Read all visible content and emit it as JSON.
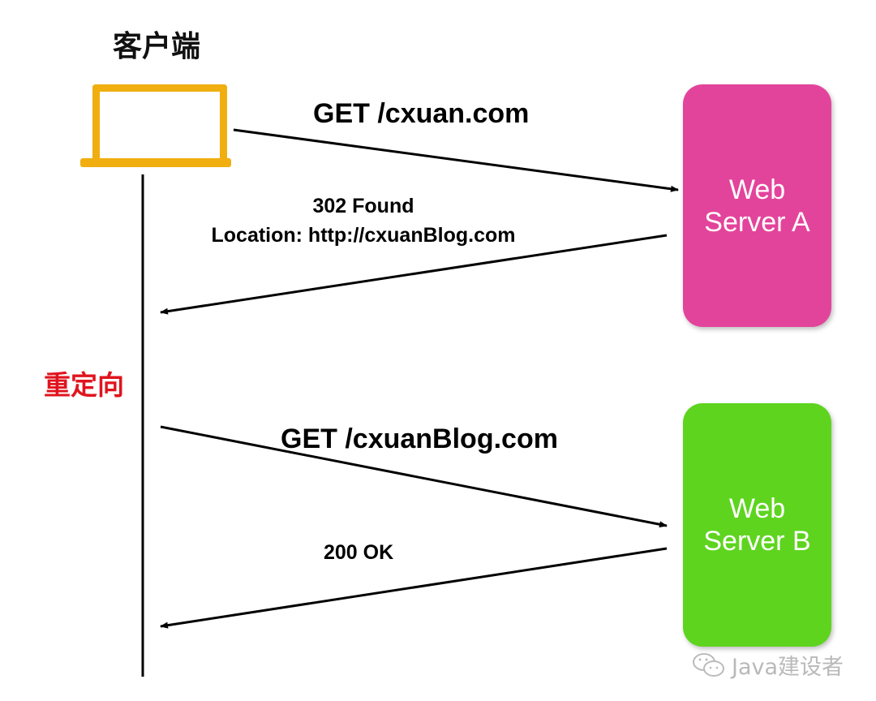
{
  "client": {
    "title": "客户端",
    "icon": "laptop-icon",
    "color": "#f0ae10"
  },
  "servers": [
    {
      "line1": "Web",
      "line2": "Server A",
      "color": "#e3449b"
    },
    {
      "line1": "Web",
      "line2": "Server B",
      "color": "#5ed41f"
    }
  ],
  "messages": {
    "request1": "GET /cxuan.com",
    "response1_status": "302 Found",
    "response1_location": "Location: http://cxuanBlog.com",
    "request2": "GET /cxuanBlog.com",
    "response2_status": "200 OK"
  },
  "redirect_label": {
    "text": "重定向",
    "color": "#e0141e"
  },
  "watermark": {
    "icon": "wechat-icon",
    "text": "Java建设者"
  }
}
